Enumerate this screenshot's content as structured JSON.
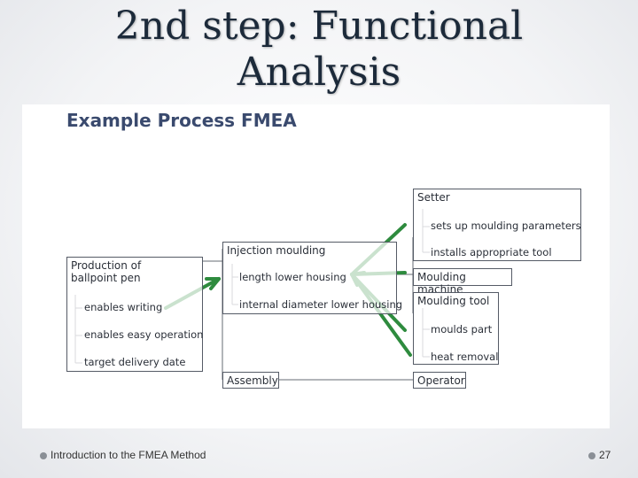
{
  "slide": {
    "title_line1": "2nd step: Functional",
    "title_line2": "Analysis"
  },
  "figure": {
    "title": "Example Process FMEA",
    "root": {
      "label": "Production of ballpoint pen",
      "functions": [
        "enables writing",
        "enables easy operation",
        "target delivery date"
      ]
    },
    "injection": {
      "label": "Injection moulding",
      "functions": [
        "length lower housing",
        "internal diameter lower housing"
      ]
    },
    "assembly": {
      "label": "Assembly"
    },
    "setter": {
      "label": "Setter",
      "functions": [
        "sets up moulding parameters",
        "installs appropriate tool"
      ]
    },
    "machine": {
      "label": "Moulding machine"
    },
    "tool": {
      "label": "Moulding tool",
      "functions": [
        "moulds part",
        "heat removal"
      ]
    },
    "operator": {
      "label": "Operator"
    },
    "arrow_color": "#2e8b3e"
  },
  "footer": {
    "left_text": "Introduction to the FMEA Method",
    "page_number": "27"
  }
}
